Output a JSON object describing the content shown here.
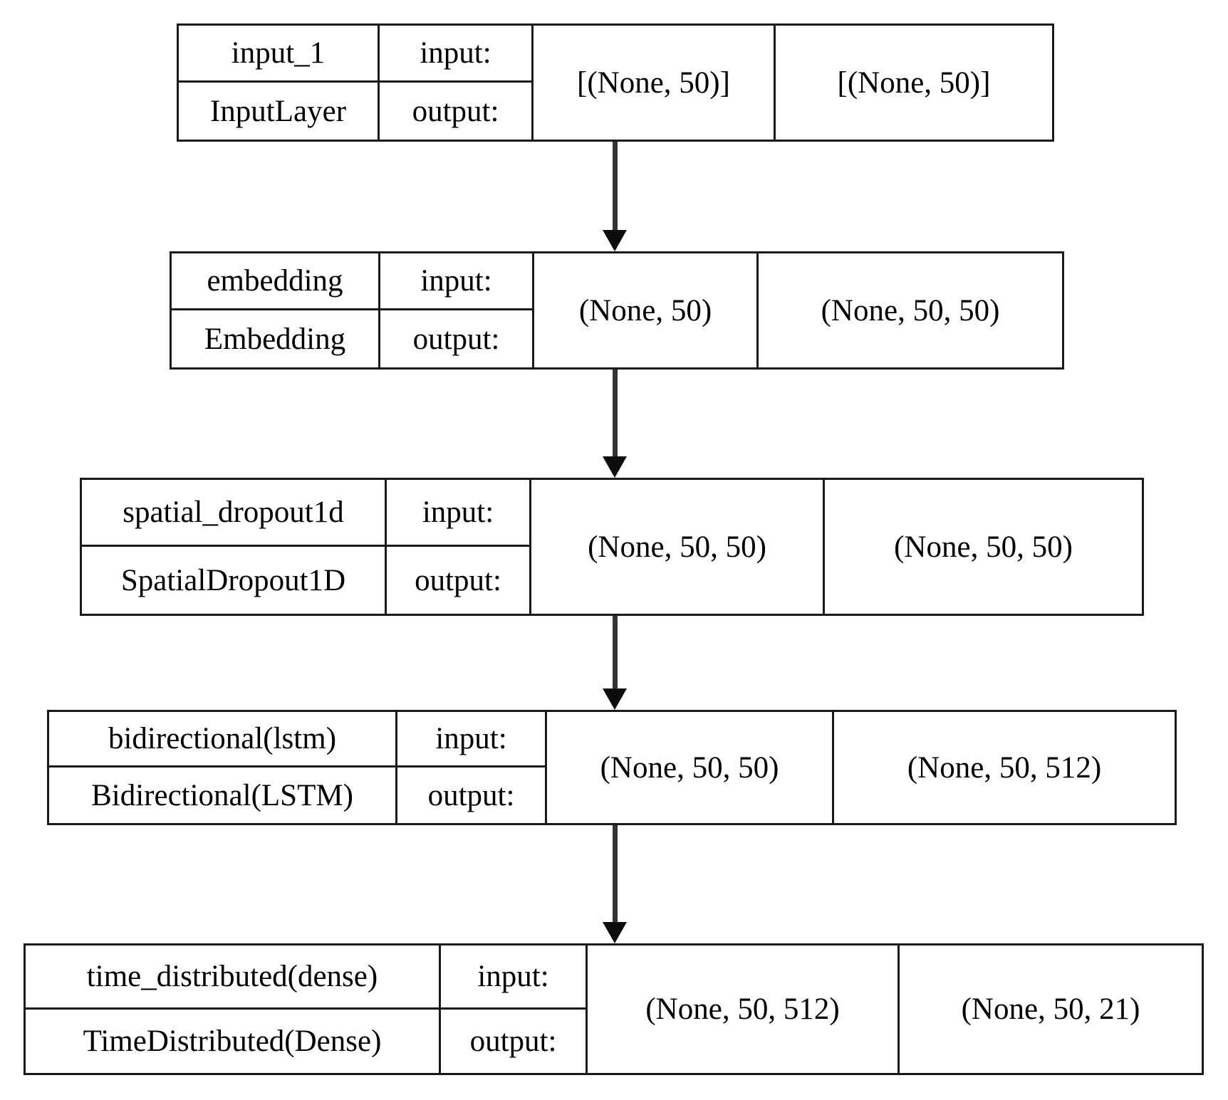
{
  "diagram": {
    "type": "keras-model-plot",
    "title": "",
    "orientation": "top-to-bottom",
    "column_headers": {
      "input": "input:",
      "output": "output:"
    },
    "colors": {
      "border": "#1a1a1a",
      "background": "#ffffff",
      "text": "#000000",
      "arrow": "#333333"
    },
    "layers": [
      {
        "name": "input_1",
        "class_name": "InputLayer",
        "input_label": "input:",
        "output_label": "output:",
        "input_shape": "[(None, 50)]",
        "output_shape": "[(None, 50)]"
      },
      {
        "name": "embedding",
        "class_name": "Embedding",
        "input_label": "input:",
        "output_label": "output:",
        "input_shape": "(None, 50)",
        "output_shape": "(None, 50, 50)"
      },
      {
        "name": "spatial_dropout1d",
        "class_name": "SpatialDropout1D",
        "input_label": "input:",
        "output_label": "output:",
        "input_shape": "(None, 50, 50)",
        "output_shape": "(None, 50, 50)"
      },
      {
        "name": "bidirectional(lstm)",
        "class_name": "Bidirectional(LSTM)",
        "input_label": "input:",
        "output_label": "output:",
        "input_shape": "(None, 50, 50)",
        "output_shape": "(None, 50, 512)"
      },
      {
        "name": "time_distributed(dense)",
        "class_name": "TimeDistributed(Dense)",
        "input_label": "input:",
        "output_label": "output:",
        "input_shape": "(None, 50, 512)",
        "output_shape": "(None, 50, 21)"
      }
    ],
    "edges": [
      {
        "from": "input_1",
        "to": "embedding"
      },
      {
        "from": "embedding",
        "to": "spatial_dropout1d"
      },
      {
        "from": "spatial_dropout1d",
        "to": "bidirectional(lstm)"
      },
      {
        "from": "bidirectional(lstm)",
        "to": "time_distributed(dense)"
      }
    ]
  }
}
